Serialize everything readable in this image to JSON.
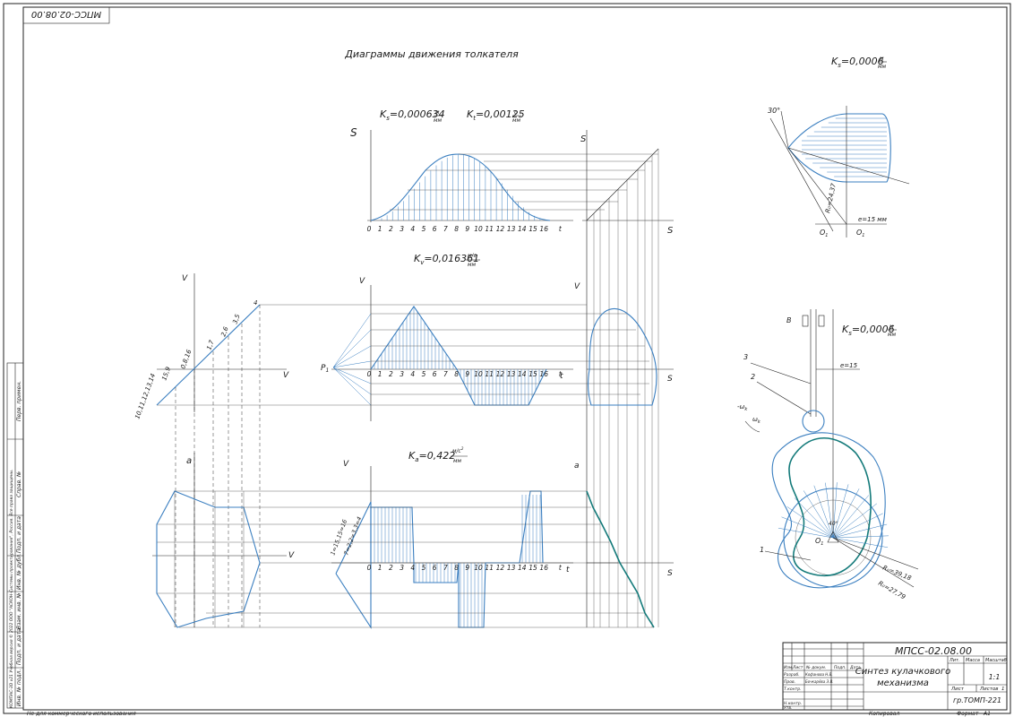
{
  "stamp_top": "МПСС-02.08.00",
  "title_main": "Диаграммы движения толкателя",
  "scales": {
    "ks_top": "K",
    "ks_top_sub": "s",
    "ks_top_val": "=0,000634",
    "ks_top_unit_num": "м",
    "ks_top_unit_den": "мм",
    "kt_label": "K",
    "kt_sub": "t",
    "kt_val": "=0,00125",
    "kt_unit_num": "с",
    "kt_unit_den": "мм",
    "kv_label": "K",
    "kv_sub": "v",
    "kv_val": "=0,016361",
    "kv_unit_num": "м/с",
    "kv_unit_den": "мм",
    "ka_label": "K",
    "ka_sub": "a",
    "ka_val": "=0,422",
    "ka_unit_num": "м/с",
    "ka_unit_sup": "2",
    "ka_unit_den": "мм",
    "ks_right1": "K",
    "ks_right1_sub": "s",
    "ks_right1_val": "=0,0006",
    "ks_right1_num": "м",
    "ks_right1_den": "мм",
    "ks_right2": "K",
    "ks_right2_sub": "s",
    "ks_right2_val": "=0,0006",
    "ks_right2_num": "м",
    "ks_right2_den": "мм"
  },
  "axes": {
    "S": "S",
    "V": "V",
    "a": "a",
    "t": "t",
    "S_bar": "S",
    "V_bar": "V",
    "a_bar": "a",
    "P1": "P",
    "P1_sub": "1",
    "x_ticks": [
      "0",
      "1",
      "2",
      "3",
      "4",
      "5",
      "6",
      "7",
      "8",
      "9",
      "10",
      "11",
      "12",
      "13",
      "14",
      "15",
      "16",
      "t"
    ]
  },
  "annotations": {
    "angle30": "30°",
    "r0_small": "R₀=24,37",
    "e_small": "e=15 мм",
    "o1_a": "O",
    "o1_b": "O",
    "sub1": "1",
    "e15": "e=15",
    "r0_big": "R₀=39,18",
    "r0_big2": "R₀=27,79",
    "lbl_B": "B",
    "lbl_1": "1",
    "lbl_2": "2",
    "lbl_3": "3",
    "omega_k": "-ω",
    "omega_sub": "k",
    "omega2": "ω",
    "omega2_sub": "k",
    "o1_cam": "O",
    "o1_cam_sub": "1",
    "angle_cam": "40°",
    "diag_left_a": "10,11,12,13,14",
    "diag_left_b": "15,9",
    "diag_left_c": "0,8,16",
    "diag_left_d": "1,7",
    "diag_left_e": "2,6",
    "diag_left_f": "3,5",
    "diag_left_g": "4",
    "acc_left_a": "1=15,15=16",
    "acc_left_b": "7=2,2=3,3=4"
  },
  "title_block": {
    "code": "МПСС-02.08.00",
    "title_l1": "Синтез кулачкового",
    "title_l2": "механизма",
    "lit": "Лит.",
    "massa": "Масса",
    "masshtab": "Масштаб",
    "scale_val": "1:1",
    "list": "Лист",
    "listov": "Листов",
    "listov_val": "1",
    "group": "гр.ТОМП-221",
    "row_izm": "Изм.",
    "row_list": "Лист",
    "row_ndokum": "№ докум.",
    "row_podp": "Подп.",
    "row_data": "Дата",
    "razrab": "Разраб.",
    "razrab_name": "Кофанова Н.В.",
    "prov": "Пров.",
    "prov_name": "Бочкарёва Э.В.",
    "tkontr": "Т.контр.",
    "nkontr": "Н.контр.",
    "utv": "Утв.",
    "kopiroval": "Копировал",
    "format": "Формат",
    "format_val": "A1"
  },
  "side_strip": {
    "perv_primen": "Перв. примен.",
    "sprav_no": "Справ. №",
    "podp_data1": "Подп. и дата",
    "inv_dubl": "Инв. № дубл.",
    "vzam_inv": "Взам. инв. №",
    "podp_data2": "Подп. и дата",
    "inv_podl": "Инв. № подл.",
    "edu_note": "КОМПАС-3D v21 Учебная версия © 2022 ООО \"АСКОН-Системы проектирования\", Россия. Все права защищены.",
    "noncommercial": "Не для коммерческого использования"
  }
}
